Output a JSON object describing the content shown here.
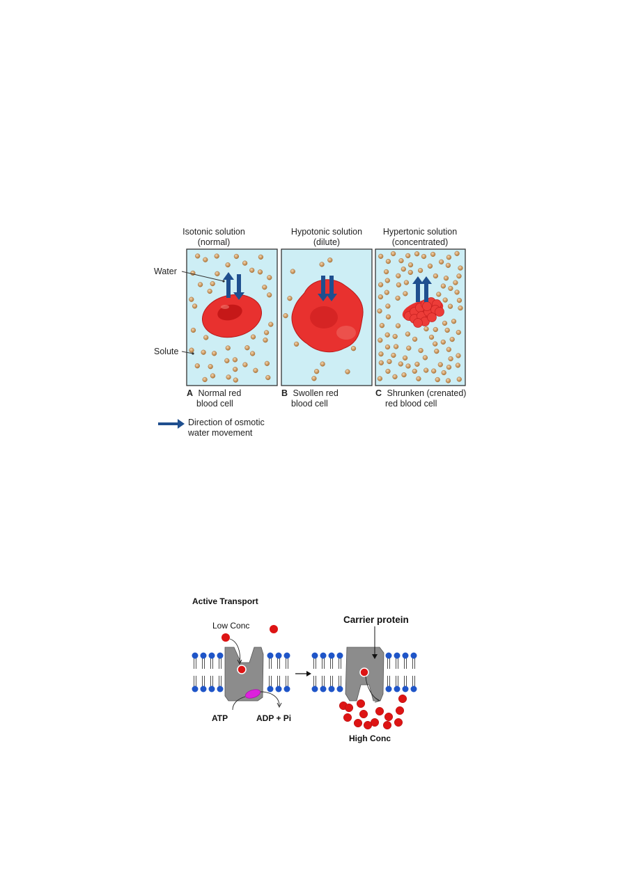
{
  "osmosis_figure": {
    "panels": [
      {
        "header_line1": "Isotonic solution",
        "header_line2": "(normal)",
        "caption_letter": "A",
        "caption_line1": "Normal red",
        "caption_line2": "blood cell"
      },
      {
        "header_line1": "Hypotonic solution",
        "header_line2": "(dilute)",
        "caption_letter": "B",
        "caption_line1": "Swollen red",
        "caption_line2": "blood cell"
      },
      {
        "header_line1": "Hypertonic solution",
        "header_line2": "(concentrated)",
        "caption_letter": "C",
        "caption_line1": "Shrunken (crenated)",
        "caption_line2": "red blood cell"
      }
    ],
    "water_label": "Water",
    "solute_label": "Solute",
    "legend_line1": "Direction of osmotic",
    "legend_line2": "water movement",
    "colors": {
      "solution": "#cdeef5",
      "cell": "#e8312f",
      "solute": "#c98f55",
      "arrow": "#1f4f8f"
    }
  },
  "active_transport_figure": {
    "title": "Active Transport",
    "low_conc": "Low Conc",
    "carrier_protein": "Carrier protein",
    "atp": "ATP",
    "adp": "ADP + Pi",
    "high_conc": "High Conc",
    "colors": {
      "lipid_head": "#1f55c8",
      "protein": "#8c8c8c",
      "molecule": "#dd1414",
      "atp": "#dd22dd"
    }
  }
}
